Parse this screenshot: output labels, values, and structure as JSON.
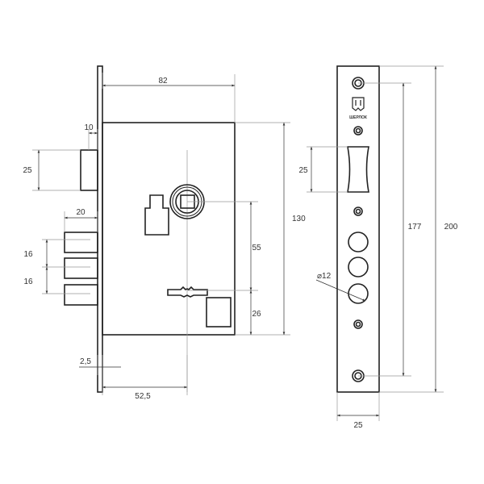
{
  "brand": {
    "logo_text": "ШЕРЛОК"
  },
  "side_view": {
    "dims": {
      "width_body": "82",
      "latch_depth": "10",
      "latch_height": "25",
      "bolt_depth": "20",
      "bolt_pitch_1": "16",
      "bolt_pitch_2": "16",
      "body_height": "130",
      "center_distance": "55",
      "keyhole_to_bottom": "26",
      "faceplate_thickness": "2,5",
      "backset": "52,5"
    }
  },
  "front_view": {
    "dims": {
      "latch_slot_height": "25",
      "hole_diameter": "⌀12",
      "screw_distance": "177",
      "faceplate_length": "200",
      "faceplate_width": "25"
    }
  }
}
